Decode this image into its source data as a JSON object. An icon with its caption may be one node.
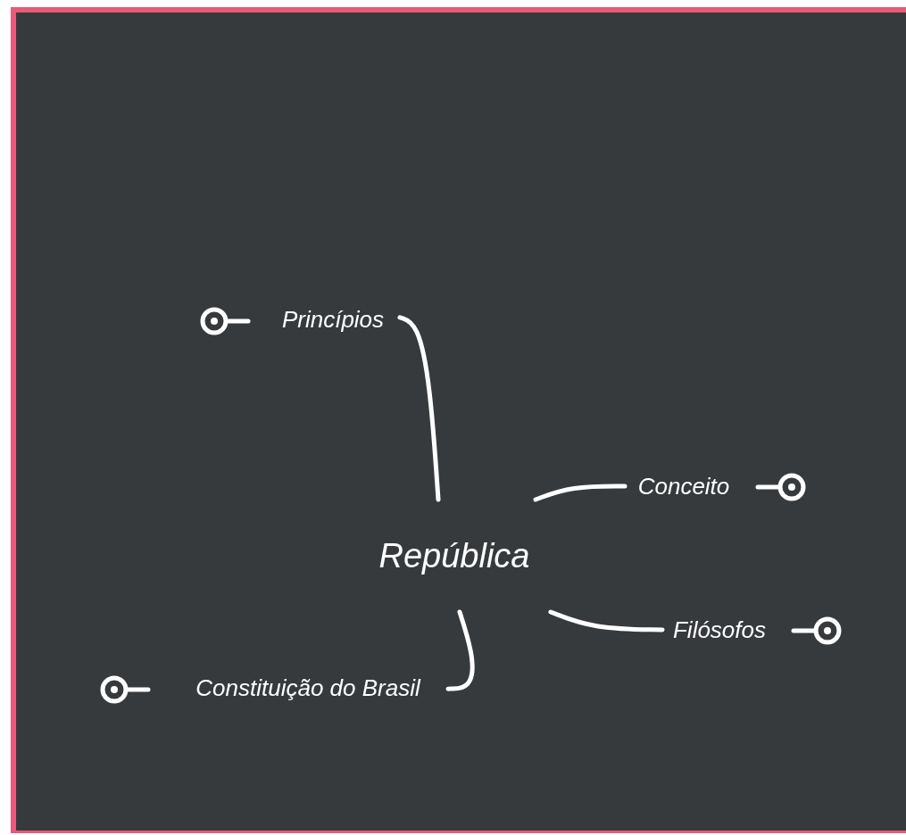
{
  "diagram": {
    "nodes": [
      {
        "text": [
          "República"
        ]
      },
      {
        "text": [
          "Princípios"
        ]
      },
      {
        "text": [
          "Conceito"
        ]
      },
      {
        "text": [
          "Filósofos"
        ]
      },
      {
        "text": [
          "Constituição do Brasil"
        ]
      }
    ],
    "edges": [
      {
        "from": 0,
        "to": 1,
        "arrow": "none"
      },
      {
        "from": 0,
        "to": 2,
        "arrow": "none"
      },
      {
        "from": 0,
        "to": 3,
        "arrow": "none"
      },
      {
        "from": 0,
        "to": 4,
        "arrow": "none"
      }
    ]
  }
}
